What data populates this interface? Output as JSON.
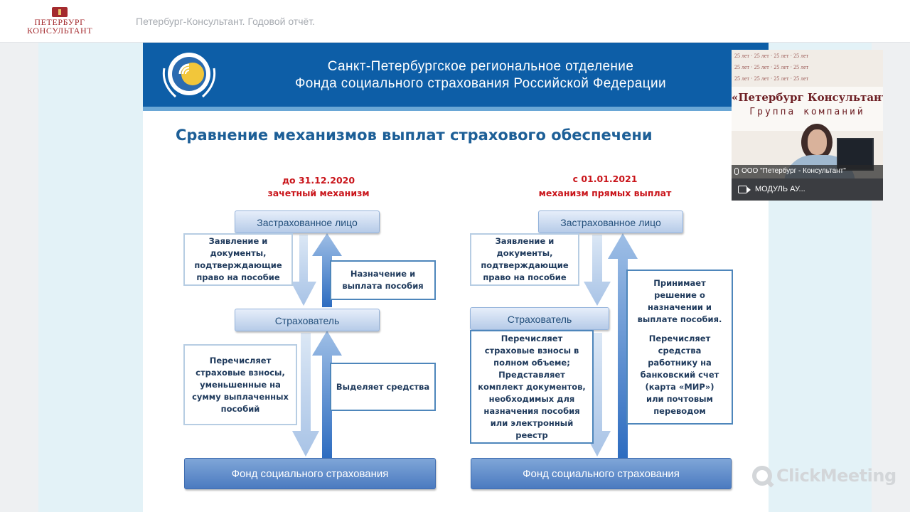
{
  "app": {
    "logo_line1": "ПЕТЕРБУРГ",
    "logo_line2": "КОНСУЛЬТАНТ",
    "window_title": "Петербург-Консультант. Годовой отчёт."
  },
  "slide": {
    "org_line1": "Санкт-Петербургское региональное отделение",
    "org_line2": "Фонда социального страхования Российской Федерации",
    "title": "Сравнение механизмов выплат страхового обеспечени",
    "left": {
      "date": "до 31.12.2020",
      "mechanism": "зачетный механизм",
      "insured": "Застрахованное лицо",
      "policyholder": "Страхователь",
      "fund": "Фонд социального страхования",
      "box_application": [
        "Заявление и",
        "документы,",
        "подтверждающие",
        "право на пособие"
      ],
      "box_assignment": [
        "Назначение и",
        "выплата пособия"
      ],
      "box_transfer": [
        "Перечисляет",
        "страховые взносы,",
        "уменьшенные на",
        "сумму выплаченных",
        "пособий"
      ],
      "box_allocate": [
        "Выделяет средства"
      ]
    },
    "right": {
      "date": "с 01.01.2021",
      "mechanism": "механизм прямых выплат",
      "insured": "Застрахованное лицо",
      "policyholder": "Страхователь",
      "fund": "Фонд социального страхования",
      "box_application": [
        "Заявление и",
        "документы,",
        "подтверждающие",
        "право на пособие"
      ],
      "box_decision": [
        "Принимает",
        "решение о",
        "назначении и",
        "выплате пособия.",
        "",
        "Перечисляет",
        "средства",
        "работнику на",
        "банковский счет",
        "(карта «МИР»)",
        "или почтовым",
        "переводом"
      ],
      "box_transfer": [
        "Перечисляет",
        "страховые взносы в",
        "полном объеме;",
        "Представляет",
        "комплект документов,",
        "необходимых для",
        "назначения пособия",
        "или электронный",
        "реестр"
      ]
    }
  },
  "webcam": {
    "brand": "«Петербург Консультант»",
    "group": "Группа компаний",
    "participant": "ООО \"Петербург - Консультант\"",
    "module_label": "МОДУЛЬ АУ..."
  },
  "watermark": {
    "text": "ClickMeeting"
  },
  "colors": {
    "header_blue": "#0d5ea7",
    "title_blue": "#1d5f97",
    "date_red": "#c9141a",
    "brand_red": "#a42a2e"
  }
}
